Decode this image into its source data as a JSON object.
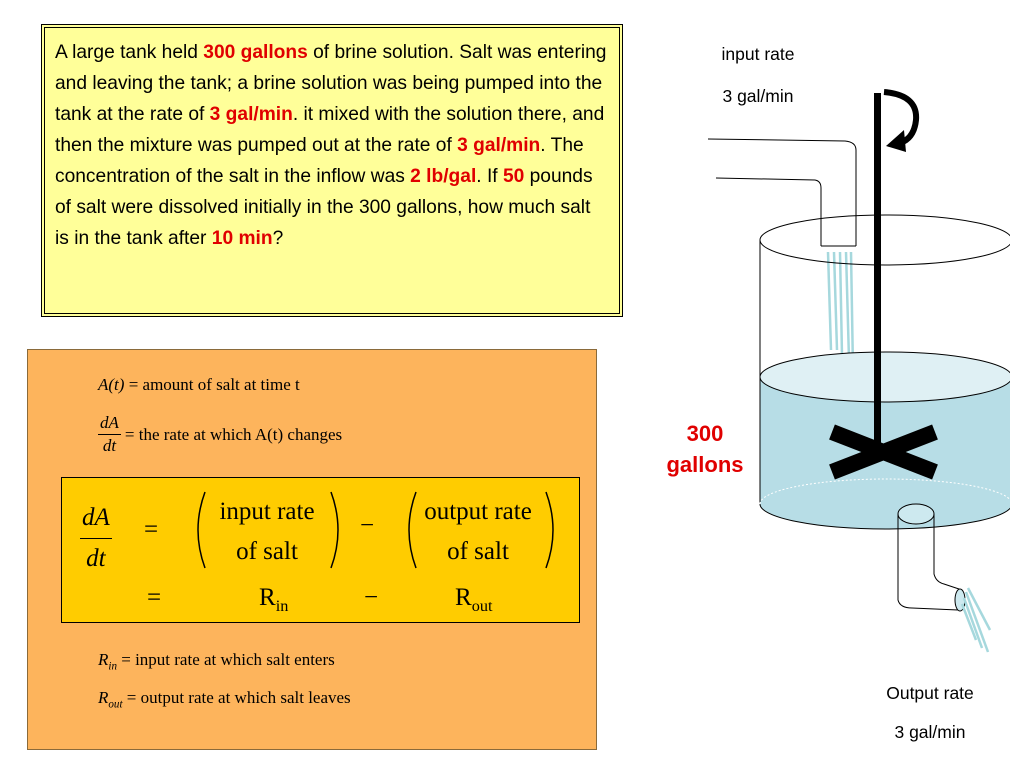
{
  "problem": {
    "segments": [
      {
        "text": "A large tank held ",
        "highlight": false
      },
      {
        "text": "300 gallons",
        "highlight": true
      },
      {
        "text": " of brine solution. Salt was entering and leaving the tank; a brine solution was being pumped into the tank at the rate of ",
        "highlight": false
      },
      {
        "text": "3 gal/min",
        "highlight": true
      },
      {
        "text": ". it mixed with the solution there, and then the mixture was pumped out at the rate of ",
        "highlight": false
      },
      {
        "text": "3 gal/min",
        "highlight": true
      },
      {
        "text": ". The concentration of the salt in the inflow was ",
        "highlight": false
      },
      {
        "text": "2 lb/gal",
        "highlight": true
      },
      {
        "text": ". If ",
        "highlight": false
      },
      {
        "text": "50",
        "highlight": true
      },
      {
        "text": " pounds of salt were dissolved initially in the 300 gallons, how much salt is in the tank after ",
        "highlight": false
      },
      {
        "text": "10 min",
        "highlight": true
      },
      {
        "text": "?",
        "highlight": false
      }
    ]
  },
  "definitions": {
    "line1": {
      "lhs": "A(t)",
      "rhs": "= amount of salt at time t"
    },
    "line2": {
      "num": "dA",
      "den": "dt",
      "rhs": "= the rate at which  A(t) changes"
    },
    "line3": {
      "sym": "R",
      "sub": "in",
      "rhs": "= input rate at which salt enters"
    },
    "line4": {
      "sym": "R",
      "sub": "out",
      "rhs": "= output rate at which salt leaves"
    }
  },
  "equation": {
    "num": "dA",
    "den": "dt",
    "equals": "=",
    "minus": "−",
    "input_top": "input rate",
    "input_bottom": "of salt",
    "output_top": "output rate",
    "output_bottom": "of salt",
    "row2_equals": "=",
    "rin_sym": "R",
    "rin_sub": "in",
    "row2_minus": "−",
    "rout_sym": "R",
    "rout_sub": "out"
  },
  "diagram": {
    "input_label": "input rate",
    "input_value": "3 gal/min",
    "volume_label_1": "300",
    "volume_label_2": "gallons",
    "output_label": "Output rate",
    "output_value": "3 gal/min"
  },
  "colors": {
    "highlight": "#e00000",
    "problem_bg": "#ffff99",
    "panel_bg": "#fdb45c",
    "equation_bg": "#ffcc00",
    "water": "#b7dde6"
  }
}
